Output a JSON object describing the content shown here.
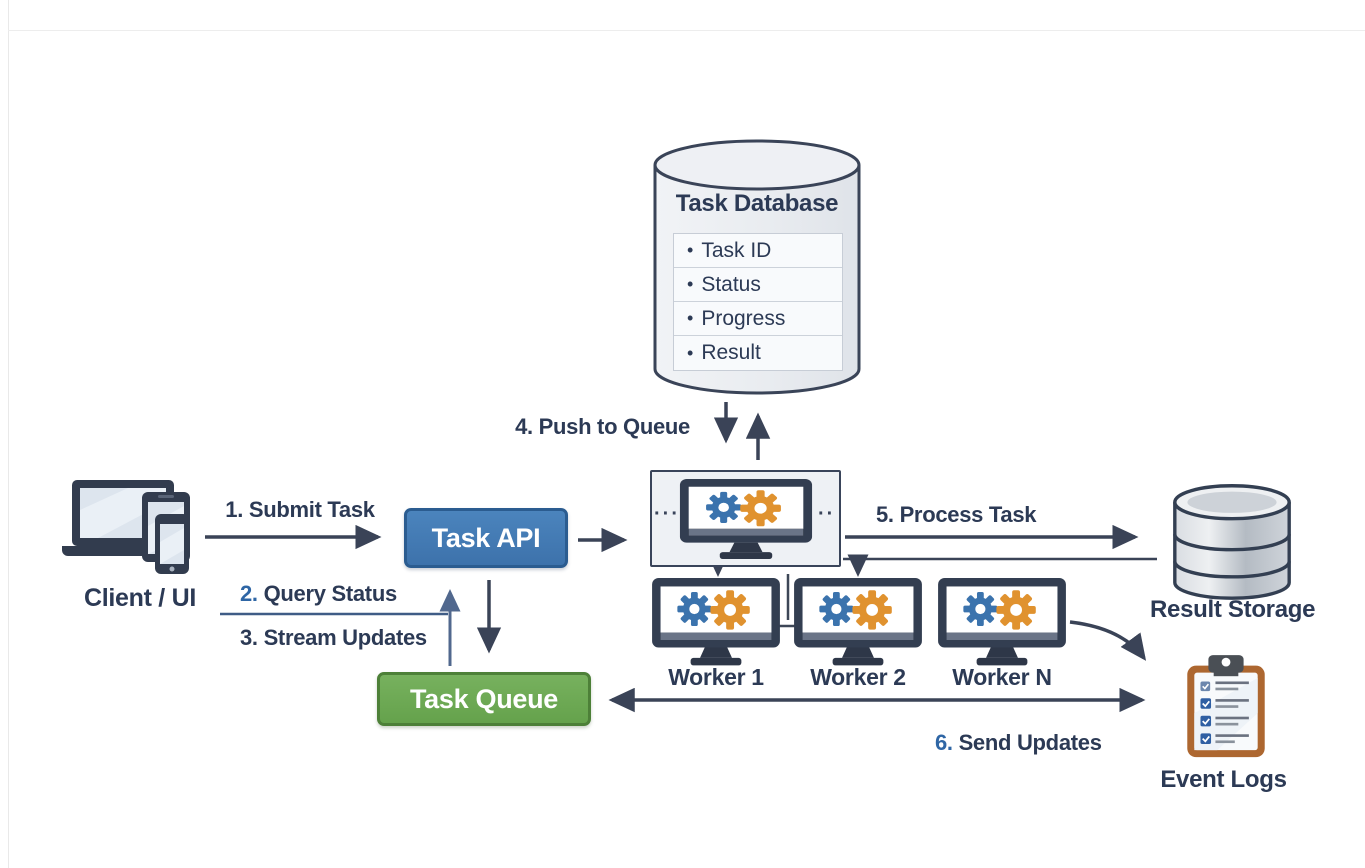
{
  "diagram": {
    "nodes": {
      "client": {
        "label": "Client / UI"
      },
      "task_api": {
        "label": "Task API",
        "color": "#4077b4"
      },
      "task_queue": {
        "label": "Task Queue",
        "color": "#6ca953"
      },
      "task_database": {
        "label": "Task Database",
        "bullet": "•",
        "fields": [
          "Task ID",
          "Status",
          "Progress",
          "Result"
        ]
      },
      "worker_pool": {
        "left_dots": "···",
        "right_dots": "··"
      },
      "workers": [
        {
          "label": "Worker 1"
        },
        {
          "label": "Worker 2"
        },
        {
          "label": "Worker N"
        }
      ],
      "result_storage": {
        "label": "Result Storage"
      },
      "event_logs": {
        "label": "Event Logs"
      }
    },
    "edges": [
      {
        "num": "1.",
        "label": "Submit Task"
      },
      {
        "num": "2.",
        "label": "Query Status"
      },
      {
        "num": "3.",
        "label": "Stream Updates"
      },
      {
        "num": "4.",
        "label": "Push to Queue"
      },
      {
        "num": "5.",
        "label": "Process Task"
      },
      {
        "num": "6.",
        "label": "Send Updates"
      }
    ],
    "colors": {
      "ink": "#2c3a55",
      "arrow": "#3a4357",
      "arrow_blue": "#51688e",
      "accent_number": "#2f66a5",
      "api_blue": "#4077b4",
      "queue_green": "#6ca953",
      "gear_blue": "#3b73ad",
      "gear_orange": "#e0922f",
      "clipboard_brown": "#ad6730"
    }
  }
}
